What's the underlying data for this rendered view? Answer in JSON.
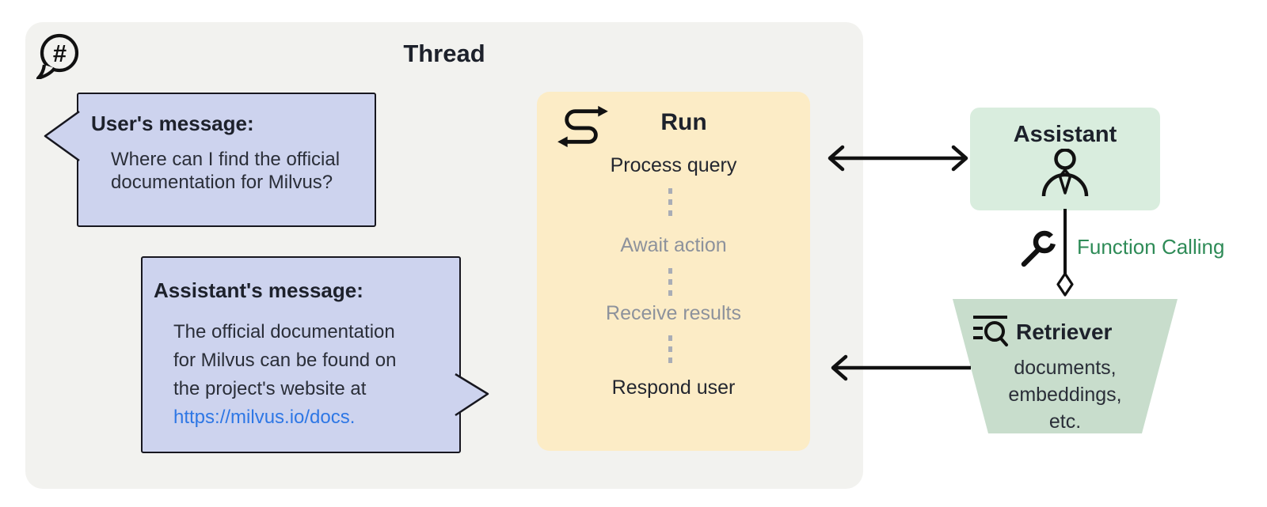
{
  "thread": {
    "title": "Thread",
    "hash_glyph": "#",
    "user_message": {
      "title": "User's message:",
      "lines": [
        "Where can I find the official",
        "documentation for Milvus?"
      ]
    },
    "assistant_message": {
      "title": "Assistant's message:",
      "lines": [
        "The official documentation",
        "for Milvus can be found on",
        "the project's website at"
      ],
      "link": "https://milvus.io/docs."
    }
  },
  "run": {
    "title": "Run",
    "steps": [
      {
        "label": "Process query",
        "state": "dark"
      },
      {
        "label": "Await action",
        "state": "muted"
      },
      {
        "label": "Receive results",
        "state": "muted"
      },
      {
        "label": "Respond user",
        "state": "dark"
      }
    ]
  },
  "assistant": {
    "title": "Assistant"
  },
  "function_calling": {
    "label": "Function Calling"
  },
  "retriever": {
    "title": "Retriever",
    "lines": [
      "documents,",
      "embeddings,",
      "etc."
    ]
  },
  "icons": {
    "hash": "hash-speech-bubble-icon",
    "run": "s-curve-arrow-icon",
    "assistant": "person-icon",
    "function_calling": "wrench-icon",
    "retriever": "search-list-icon",
    "diamond": "diamond-arrowhead-icon"
  },
  "colors": {
    "thread_bg": "#f2f2ef",
    "bubble_bg": "#cdd3ee",
    "bubble_border": "#17171f",
    "run_bg": "#fcecc6",
    "assistant_bg": "#d9edde",
    "retriever_bg": "#c8ddcc",
    "muted_text": "#8d929c",
    "dark_text": "#21242c",
    "function_calling_green": "#2e8b57",
    "link_blue": "#2e77e5",
    "arrow_black": "#111111"
  }
}
